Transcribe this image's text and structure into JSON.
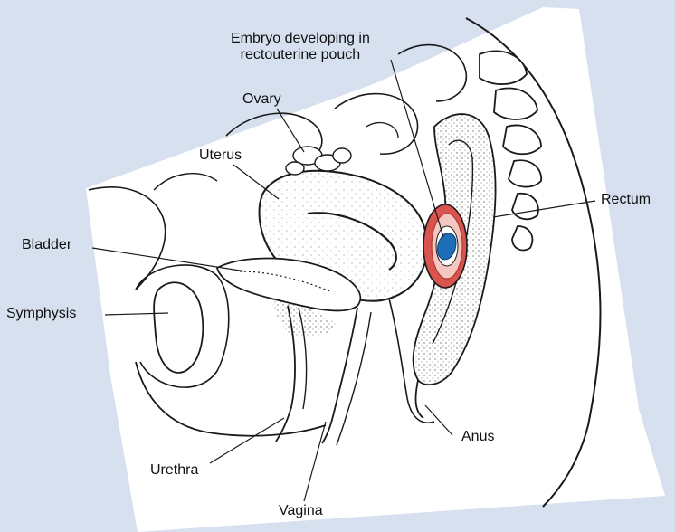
{
  "labels": {
    "embryo_line1": "Embryo developing in",
    "embryo_line2": "rectouterine pouch",
    "ovary": "Ovary",
    "uterus": "Uterus",
    "rectum": "Rectum",
    "bladder": "Bladder",
    "symphysis": "Symphysis",
    "anus": "Anus",
    "urethra": "Urethra",
    "vagina": "Vagina"
  },
  "colors": {
    "background": "#d7e0ef",
    "paper": "#ffffff",
    "outline": "#1a1a1a",
    "gestational_sac": "#d9534f",
    "gestational_sac_inner": "#f4c7c0",
    "embryo": "#1f6fb8"
  }
}
